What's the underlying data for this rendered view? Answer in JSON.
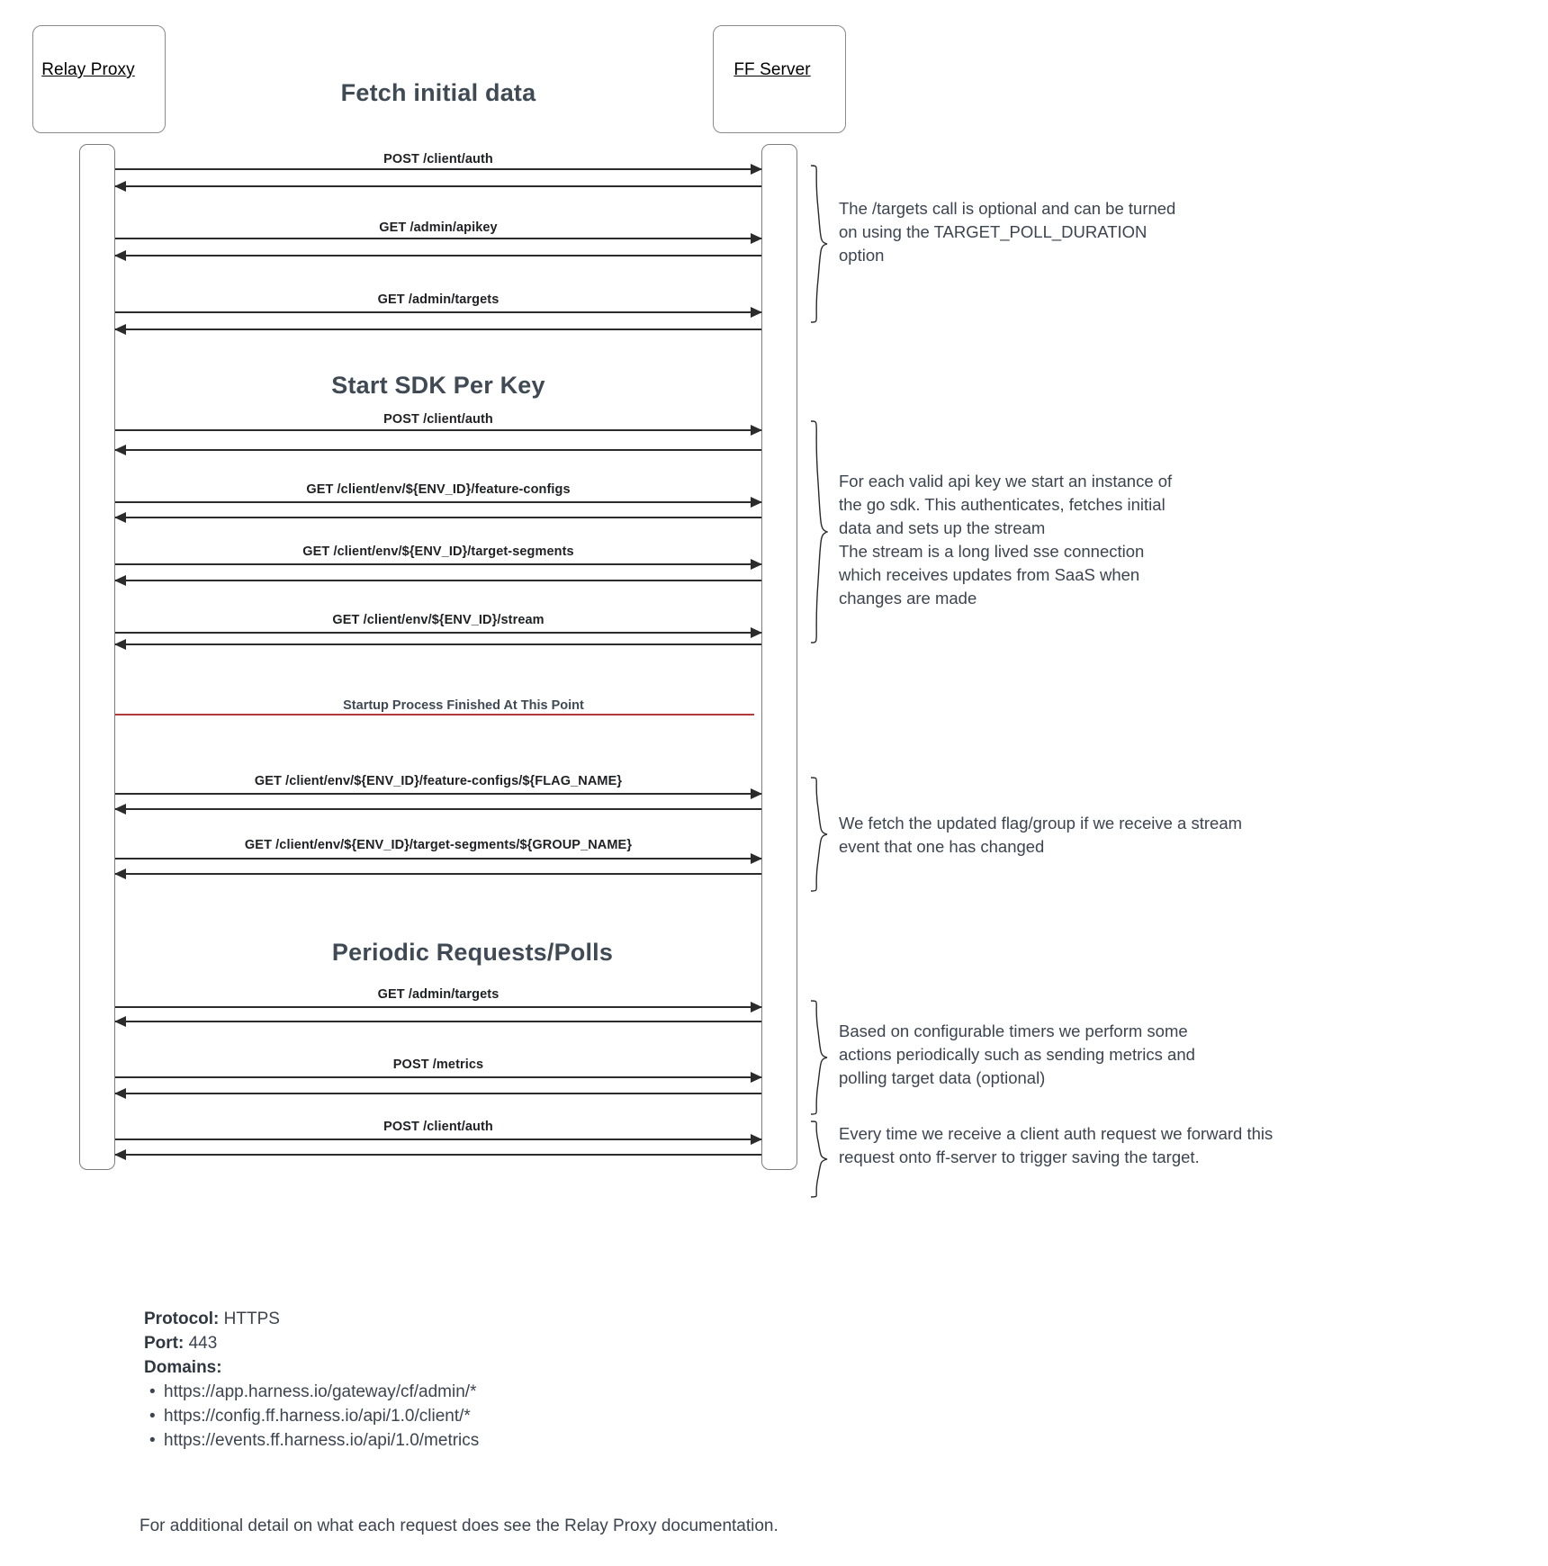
{
  "diagram": {
    "actors": {
      "left": {
        "name": "Relay Proxy"
      },
      "right": {
        "name": "FF Server"
      }
    },
    "sections": [
      {
        "title": "Fetch initial data"
      },
      {
        "title": "Start SDK Per Key"
      },
      {
        "title": "Periodic Requests/Polls"
      }
    ],
    "messages": [
      {
        "label": "POST /client/auth"
      },
      {
        "label": "GET /admin/apikey"
      },
      {
        "label": "GET /admin/targets"
      },
      {
        "label": "POST /client/auth"
      },
      {
        "label": "GET /client/env/${ENV_ID}/feature-configs"
      },
      {
        "label": "GET /client/env/${ENV_ID}/target-segments"
      },
      {
        "label": "GET /client/env/${ENV_ID}/stream"
      },
      {
        "label": "GET /client/env/${ENV_ID}/feature-configs/${FLAG_NAME}"
      },
      {
        "label": "GET /client/env/${ENV_ID}/target-segments/${GROUP_NAME}"
      },
      {
        "label": "GET /admin/targets"
      },
      {
        "label": "POST /metrics"
      },
      {
        "label": "POST /client/auth"
      }
    ],
    "divider": {
      "label": "Startup Process Finished At This Point",
      "color": "#b33a3a"
    },
    "notes": [
      {
        "text": "The /targets call is optional and can be turned\non using the TARGET_POLL_DURATION\noption"
      },
      {
        "text": "For each valid api key we start an instance of\nthe go sdk. This authenticates, fetches initial\ndata and sets up the stream\nThe stream is a long lived sse connection\nwhich receives updates from SaaS when\nchanges are made"
      },
      {
        "text": "We fetch the updated flag/group if we receive a stream\nevent that one has changed"
      },
      {
        "text": "Based on configurable timers we perform some\nactions periodically such as sending metrics and\npolling target data (optional)"
      },
      {
        "text": "Every time we receive a client auth request we forward this\nrequest onto ff-server to trigger saving the target."
      }
    ],
    "footer": {
      "protocol_key": "Protocol:",
      "protocol_value": "HTTPS",
      "port_key": "Port:",
      "port_value": "443",
      "domains_key": "Domains:",
      "domains": [
        "https://app.harness.io/gateway/cf/admin/*",
        "https://config.ff.harness.io/api/1.0/client/*",
        "https://events.ff.harness.io/api/1.0/metrics"
      ],
      "closing_note": "For additional detail on what each request does see the Relay Proxy documentation."
    },
    "colors": {
      "title": "#3f4a55",
      "line": "#2b2b2b",
      "divider": "#b33a3a",
      "box_border": "#8a8a8a"
    }
  }
}
